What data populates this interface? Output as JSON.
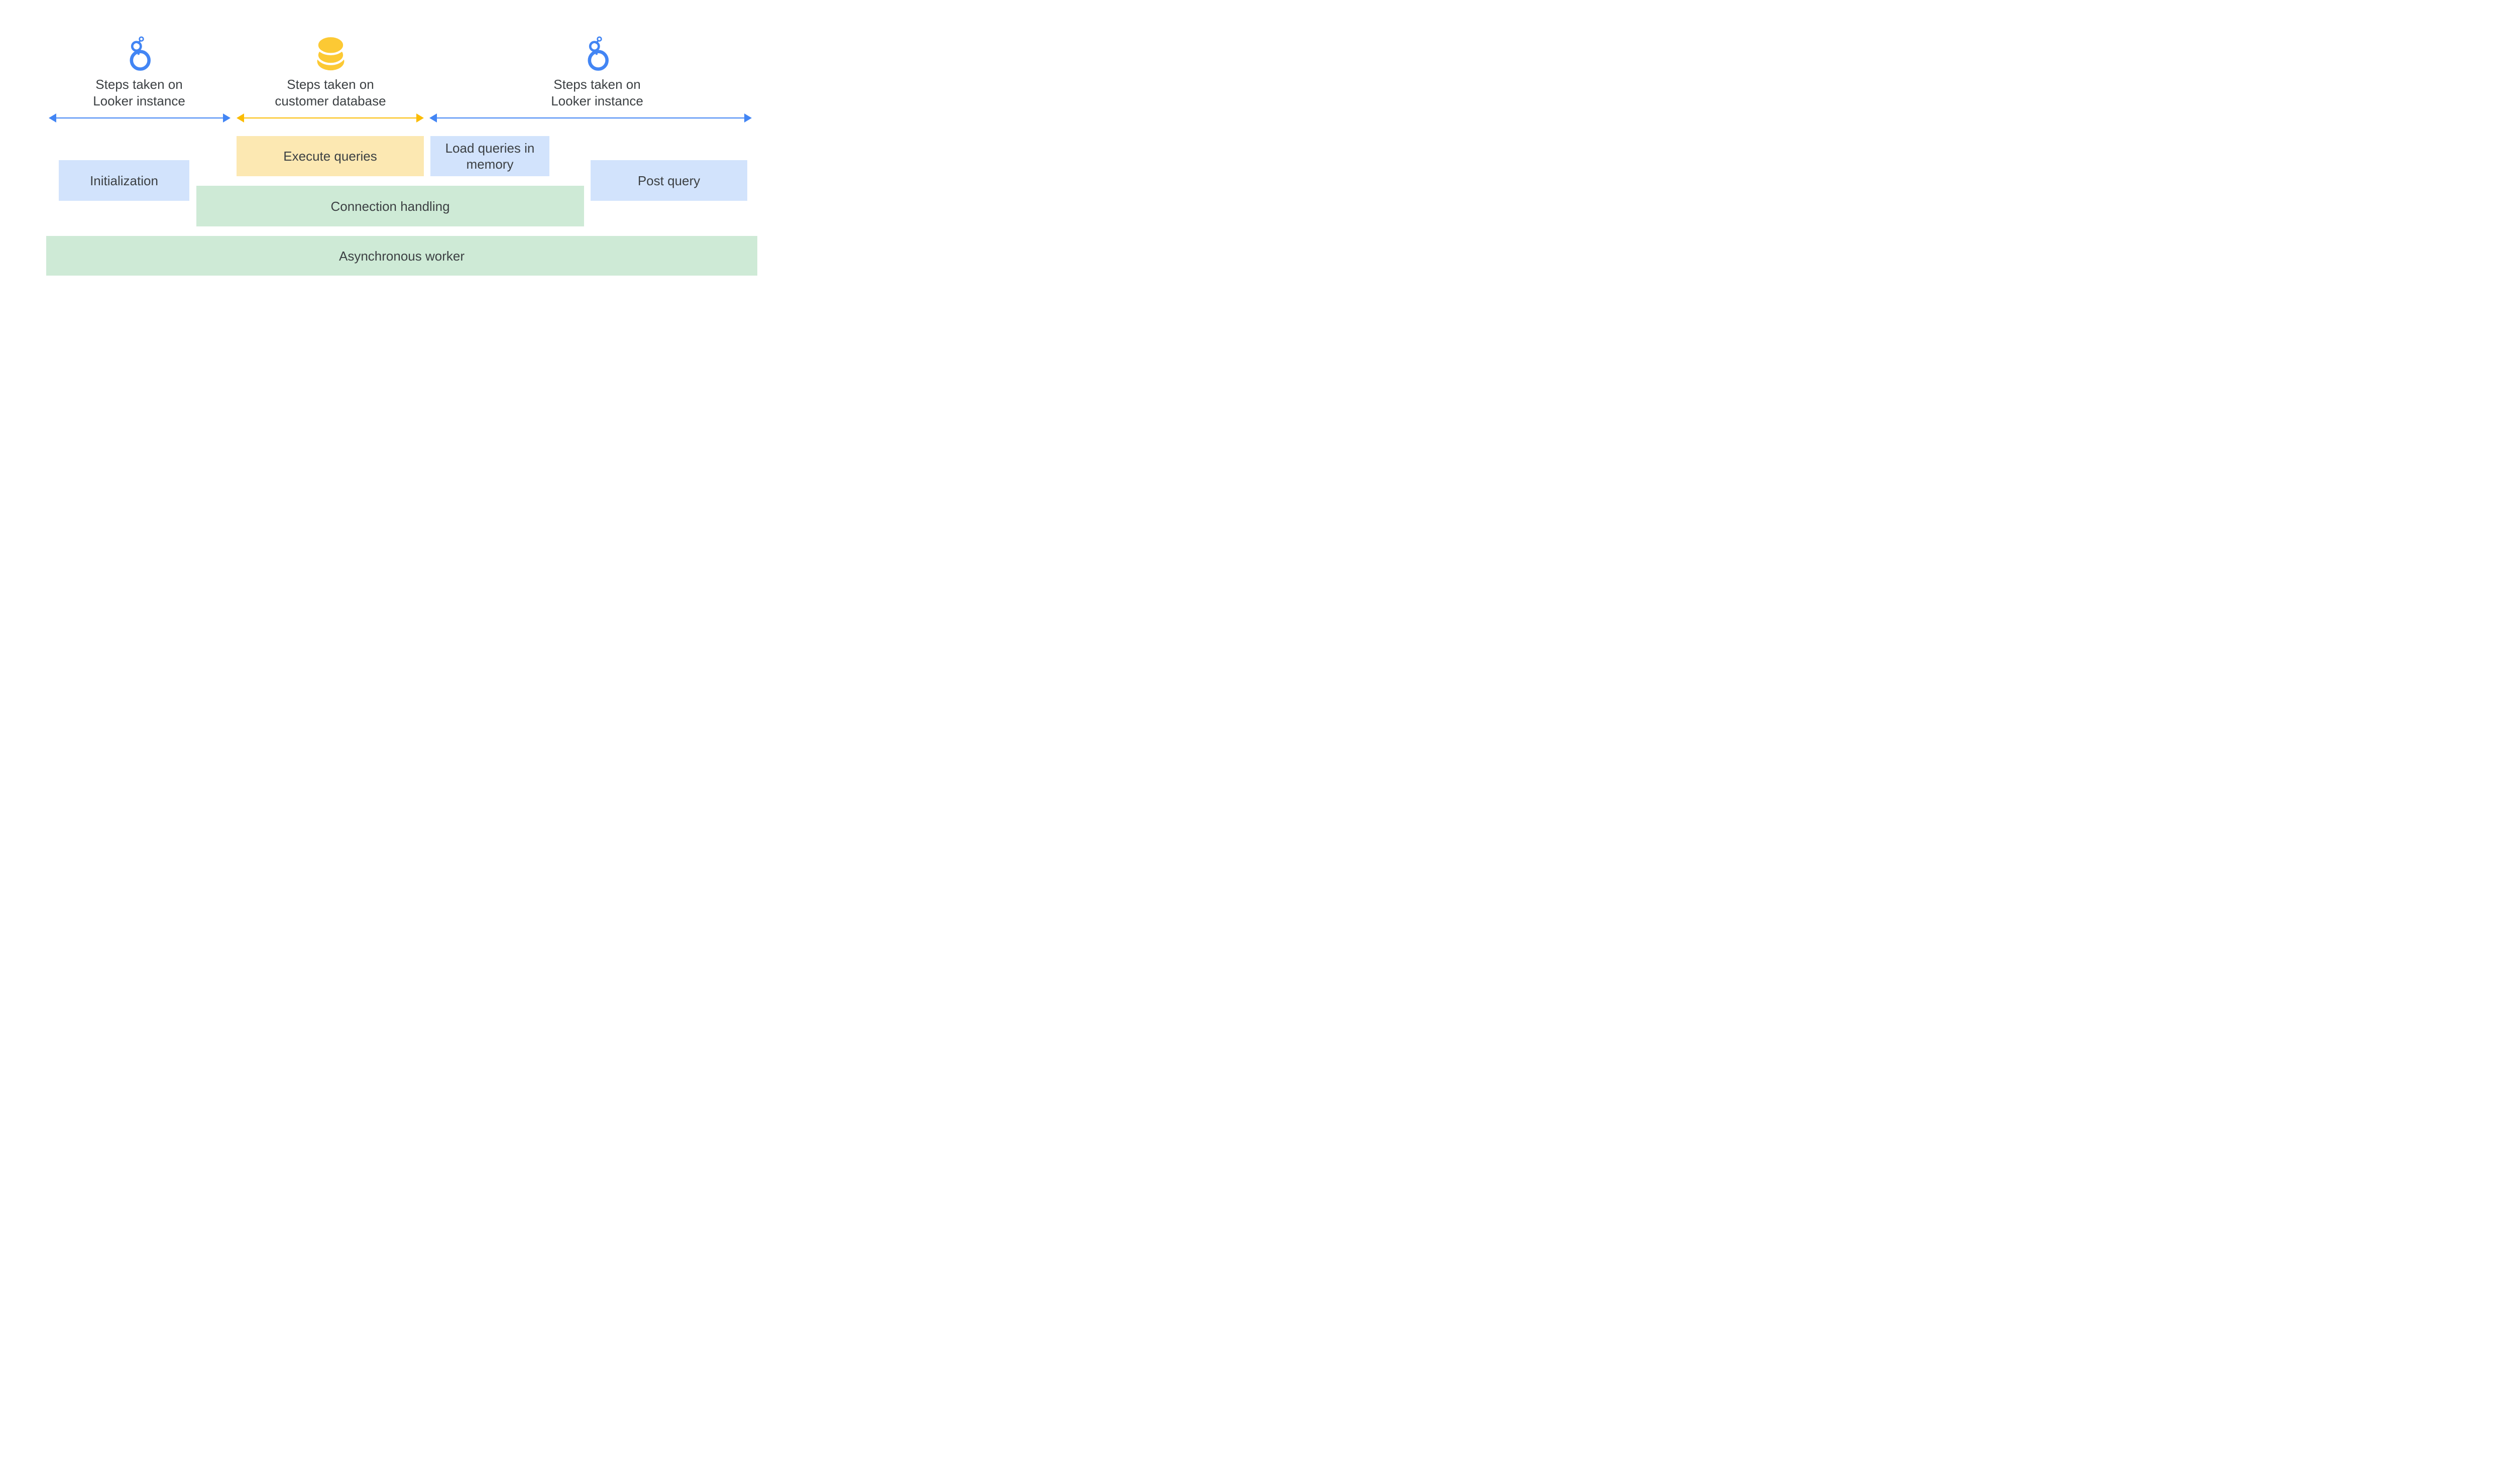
{
  "diagram": {
    "background": "#ffffff",
    "colors": {
      "looker_icon_blue": "#4285f4",
      "database_icon_yellow": "#fcc934",
      "arrow_blue": "#4285f4",
      "arrow_yellow": "#fbbc04",
      "box_light_blue": "#d2e3fc",
      "box_light_yellow": "#fce8b2",
      "box_light_green": "#ceead6",
      "text": "#3c4043"
    },
    "sections": [
      {
        "icon": "looker-icon",
        "label_line1": "Steps taken on",
        "label_line2": "Looker instance"
      },
      {
        "icon": "database-icon",
        "label_line1": "Steps taken on",
        "label_line2": "customer database"
      },
      {
        "icon": "looker-icon",
        "label_line1": "Steps taken on",
        "label_line2": "Looker instance"
      }
    ],
    "boxes": {
      "execute_queries": "Execute queries",
      "load_queries_line1": "Load queries in",
      "load_queries_line2": "memory",
      "initialization": "Initialization",
      "post_query": "Post query",
      "connection_handling": "Connection handling",
      "asynchronous_worker": "Asynchronous worker"
    }
  }
}
